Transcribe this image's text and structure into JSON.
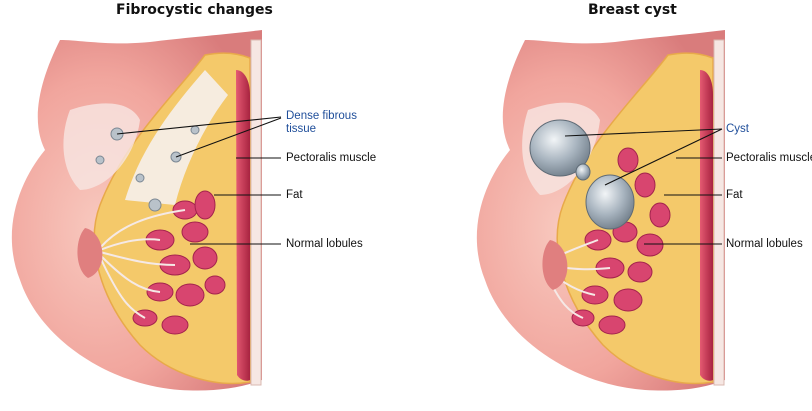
{
  "panels": {
    "left": {
      "title": "Fibrocystic changes",
      "labels": {
        "dense_fibrous": "Dense fibrous",
        "dense_fibrous_2": "tissue",
        "pectoralis": "Pectoralis muscle",
        "fat": "Fat",
        "normal_lobules": "Normal lobules"
      }
    },
    "right": {
      "title": "Breast cyst",
      "labels": {
        "cyst": "Cyst",
        "pectoralis": "Pectoralis muscle",
        "fat": "Fat",
        "normal_lobules": "Normal lobules"
      }
    }
  },
  "colors": {
    "skin": "#f2a7a0",
    "skin_shadow": "#e07f7f",
    "fat": "#f4c96a",
    "lobule": "#d8456f",
    "muscle": "#c8324f",
    "cyst": "#a9b6c2",
    "label_blue": "#1f4e9a"
  }
}
